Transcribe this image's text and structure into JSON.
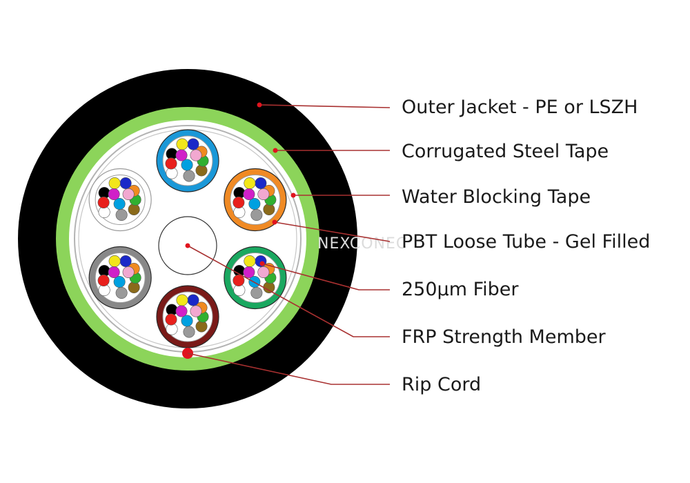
{
  "diagram": {
    "labels": [
      {
        "id": "outer-jacket",
        "text": "Outer Jacket - PE or LSZH"
      },
      {
        "id": "corrugated-steel-tape",
        "text": "Corrugated Steel Tape"
      },
      {
        "id": "water-blocking-tape",
        "text": "Water Blocking Tape"
      },
      {
        "id": "pbt-loose-tube",
        "text": "PBT Loose Tube - Gel Filled"
      },
      {
        "id": "fiber",
        "text": "250μm Fiber"
      },
      {
        "id": "frp-strength-member",
        "text": "FRP Strength Member"
      },
      {
        "id": "rip-cord",
        "text": "Rip Cord"
      }
    ],
    "watermark": "NEXCONEC",
    "colors": {
      "jacket": "#000000",
      "steel_tape": "#8cd45a",
      "leader": "#a83030",
      "leader_dot": "#e0141e",
      "tube_colors": [
        "#1a98d8",
        "#f08a24",
        "#1aa860",
        "#7a1a18",
        "#888888",
        "#ffffff"
      ],
      "fiber_colors": [
        "#ffffff",
        "#000000",
        "#e8201c",
        "#00a0e0",
        "#9a9a9a",
        "#8a6a1a",
        "#30b030",
        "#f08a20",
        "#1a28c8",
        "#f2e61a",
        "#f2a8d0",
        "#d020c8"
      ]
    }
  }
}
